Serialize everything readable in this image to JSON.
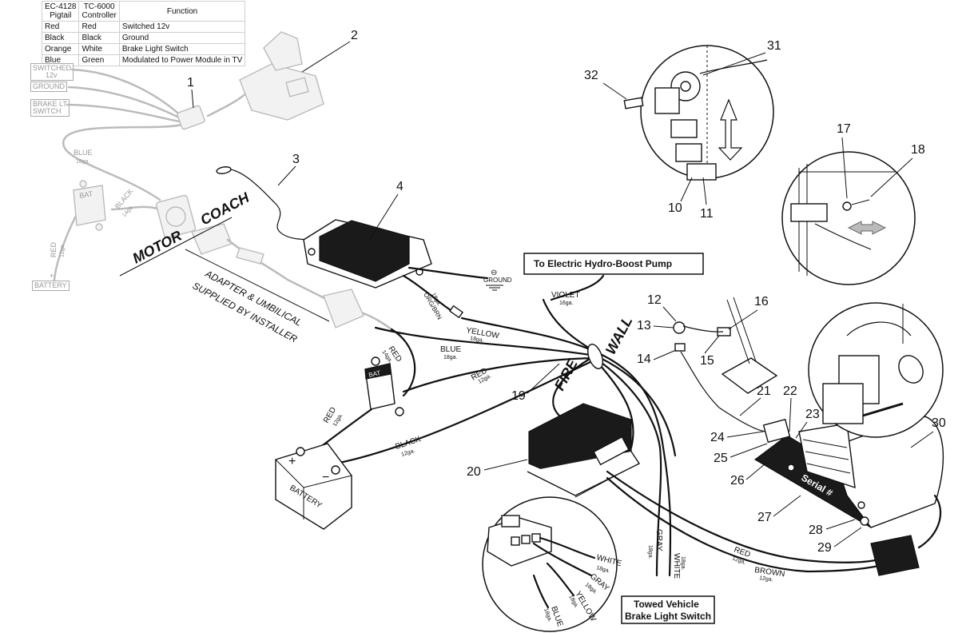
{
  "wiring_table": {
    "headers": [
      [
        "EC-4128",
        "Pigtail"
      ],
      [
        "TC-6000",
        "Controller"
      ],
      [
        "Function"
      ]
    ],
    "rows": [
      [
        "Red",
        "Red",
        "Switched 12v"
      ],
      [
        "Black",
        "Black",
        "Ground"
      ],
      [
        "Orange",
        "White",
        "Brake Light Switch"
      ],
      [
        "Blue",
        "Green",
        "Modulated to Power Module in TV"
      ]
    ]
  },
  "callouts": [
    "1",
    "2",
    "3",
    "4",
    "10",
    "11",
    "12",
    "13",
    "14",
    "15",
    "16",
    "17",
    "18",
    "19",
    "20",
    "21",
    "22",
    "23",
    "24",
    "25",
    "26",
    "27",
    "28",
    "29",
    "30",
    "31",
    "32"
  ],
  "pigtail_terminals": [
    "SWITCHED",
    "12v",
    "GROUND",
    "BRAKE LT",
    "SWITCH"
  ],
  "motor_home_labels": {
    "blue_wire": [
      "BLUE",
      "18ga."
    ],
    "black_wire": [
      "BLACK",
      "14ga."
    ],
    "red_wire": [
      "RED",
      "12ga."
    ],
    "bat": "BAT",
    "battery_terminal": "BATTERY",
    "plus": "+"
  },
  "area_labels": {
    "motor": "MOTOR",
    "coach": "COACH",
    "adapter_note": [
      "ADAPTER & UMBILICAL",
      "SUPPLIED BY INSTALLER"
    ],
    "fire": "FIRE",
    "wall": "WALL"
  },
  "wire_labels": {
    "org_brn": [
      "ORG/BRN",
      "18ga."
    ],
    "yellow": [
      "YELLOW",
      "18ga."
    ],
    "blue": [
      "BLUE",
      "18ga."
    ],
    "red_14": [
      "RED",
      "14ga."
    ],
    "red_12a": [
      "RED",
      "12ga."
    ],
    "red_12b": [
      "RED",
      "12ga."
    ],
    "black_12": [
      "BLACK",
      "12ga."
    ],
    "violet": [
      "VIOLET",
      "16ga."
    ],
    "gray_18": [
      "GRAY",
      "18ga."
    ],
    "white_18": [
      "WHITE",
      "18ga."
    ],
    "red_actuator": [
      "RED",
      "12ga."
    ],
    "brown_actuator": [
      "BROWN",
      "12ga."
    ]
  },
  "ground_label": "GROUND",
  "ground_symbol": "⊖",
  "battery_label": "BATTERY",
  "battery_plus": "+",
  "battery_minus": "−",
  "circuit_breaker_label": "BAT",
  "boxed_labels": {
    "hydro_boost": "To Electric Hydro-Boost Pump",
    "towed_vehicle": [
      "Towed Vehicle",
      "Brake Light Switch"
    ]
  },
  "connector_inset": {
    "wires": [
      [
        "WHITE",
        "18ga."
      ],
      [
        "GRAY",
        "18ga."
      ],
      [
        "YELLOW",
        "18ga."
      ],
      [
        "BLUE",
        "18ga."
      ]
    ]
  },
  "actuator_label": "Serial #"
}
